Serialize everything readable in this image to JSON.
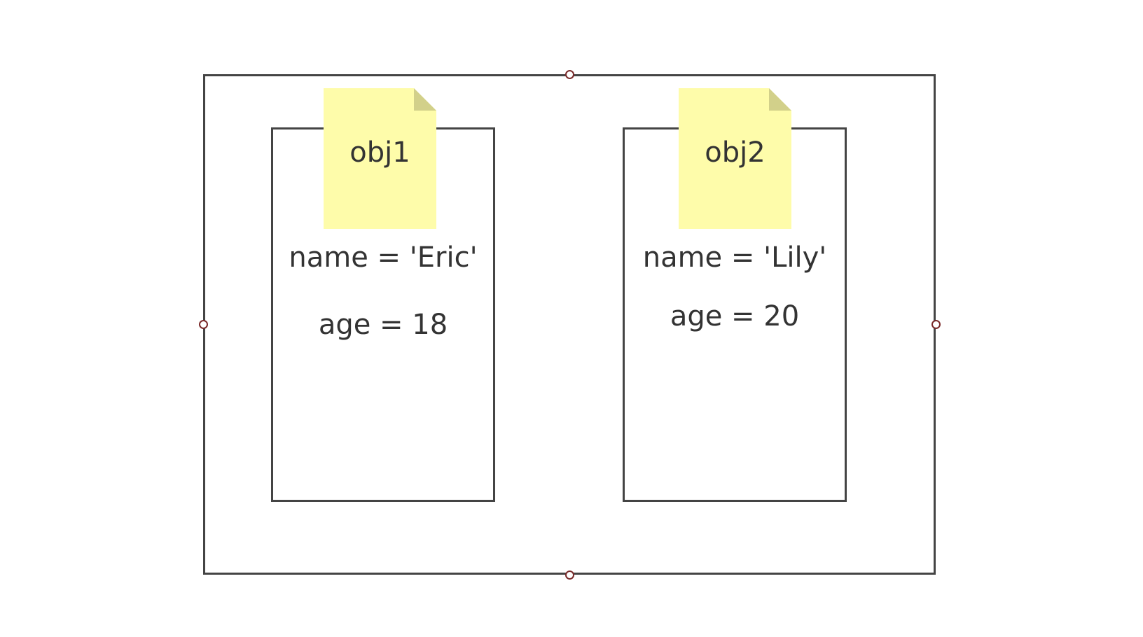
{
  "objects": [
    {
      "label": "obj1",
      "name_line": "name = 'Eric'",
      "age_line": "age = 18"
    },
    {
      "label": "obj2",
      "name_line": "name = 'Lily'",
      "age_line": "age = 20"
    }
  ],
  "colors": {
    "frame": "#444444",
    "note_fill": "#fefcaa",
    "note_fold": "#d2d08a",
    "handle_stroke": "#7a2a2a"
  },
  "icons": {
    "note": "sticky-note-icon",
    "handle": "resize-handle-icon"
  }
}
